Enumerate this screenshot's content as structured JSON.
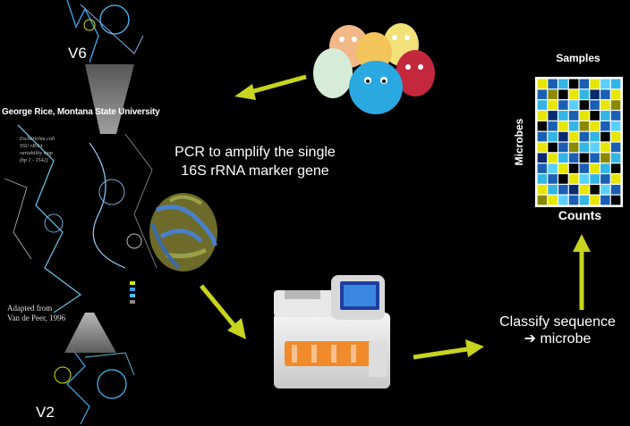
{
  "labels": {
    "v6": "V6",
    "v2": "V2",
    "credit": "George Rice, Montana State University",
    "ssu_note": "Escherichia coli\nSSU rRNA\nvariability map\n(bp 1 - 1542)",
    "adapted": "Adapted from\nVan de Peer, 1996",
    "pcr": "PCR to amplify the single\n16S rRNA marker gene",
    "classify": "Classify sequence\n➔ microbe",
    "samples": "Samples",
    "microbes": "Microbes",
    "counts": "Counts"
  },
  "heatmap": {
    "rows": 12,
    "cols": 8,
    "palette": [
      "#e6e600",
      "#1a5fb4",
      "#33b5e5",
      "#000000",
      "#8a8a00",
      "#0a2a6e",
      "#5ad0ff",
      "#c8c800"
    ],
    "cells": [
      [
        0,
        1,
        2,
        3,
        1,
        0,
        6,
        2
      ],
      [
        1,
        4,
        3,
        0,
        2,
        5,
        1,
        0
      ],
      [
        2,
        0,
        1,
        6,
        3,
        1,
        0,
        4
      ],
      [
        0,
        5,
        2,
        1,
        0,
        3,
        2,
        1
      ],
      [
        3,
        1,
        0,
        2,
        4,
        0,
        1,
        6
      ],
      [
        1,
        2,
        5,
        0,
        1,
        2,
        3,
        0
      ],
      [
        0,
        3,
        1,
        4,
        2,
        6,
        0,
        1
      ],
      [
        5,
        0,
        2,
        1,
        3,
        1,
        4,
        2
      ],
      [
        1,
        6,
        0,
        3,
        1,
        0,
        2,
        3
      ],
      [
        2,
        1,
        3,
        0,
        6,
        2,
        1,
        0
      ],
      [
        0,
        2,
        1,
        5,
        0,
        3,
        6,
        1
      ],
      [
        4,
        0,
        6,
        1,
        2,
        0,
        1,
        3
      ]
    ]
  },
  "colors": {
    "arrow": "#c8d41e",
    "background": "#000000"
  }
}
